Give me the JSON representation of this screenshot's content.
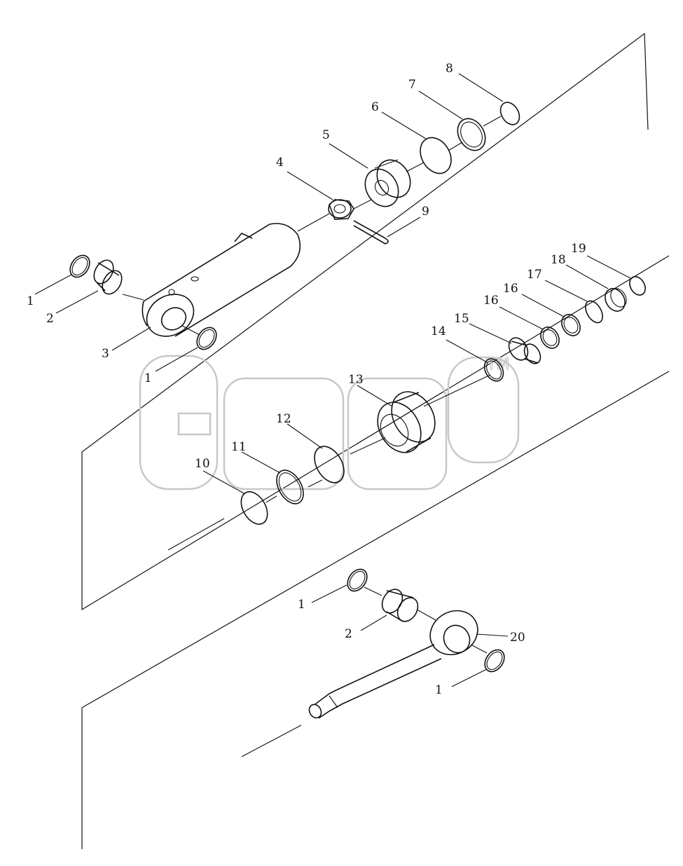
{
  "watermark": {
    "text": "эпф",
    "trademark": "TM",
    "color": "#c8c8c8"
  },
  "callouts": [
    {
      "id": "c1a",
      "label": "1"
    },
    {
      "id": "c2a",
      "label": "2"
    },
    {
      "id": "c3",
      "label": "3"
    },
    {
      "id": "c1b",
      "label": "1"
    },
    {
      "id": "c4",
      "label": "4"
    },
    {
      "id": "c5",
      "label": "5"
    },
    {
      "id": "c6",
      "label": "6"
    },
    {
      "id": "c7",
      "label": "7"
    },
    {
      "id": "c8",
      "label": "8"
    },
    {
      "id": "c9",
      "label": "9"
    },
    {
      "id": "c10",
      "label": "10"
    },
    {
      "id": "c11",
      "label": "11"
    },
    {
      "id": "c12",
      "label": "12"
    },
    {
      "id": "c13",
      "label": "13"
    },
    {
      "id": "c14",
      "label": "14"
    },
    {
      "id": "c15",
      "label": "15"
    },
    {
      "id": "c16a",
      "label": "16"
    },
    {
      "id": "c16b",
      "label": "16"
    },
    {
      "id": "c17",
      "label": "17"
    },
    {
      "id": "c18",
      "label": "18"
    },
    {
      "id": "c19",
      "label": "19"
    },
    {
      "id": "c1c",
      "label": "1"
    },
    {
      "id": "c2b",
      "label": "2"
    },
    {
      "id": "c20",
      "label": "20"
    },
    {
      "id": "c1d",
      "label": "1"
    }
  ]
}
